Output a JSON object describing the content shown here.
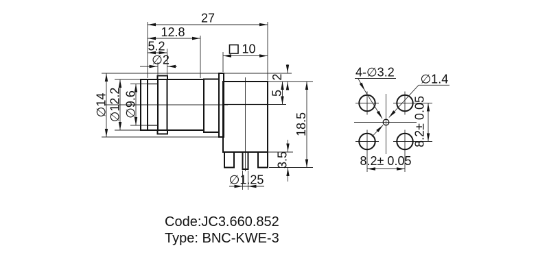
{
  "side_view": {
    "total_length": "27",
    "nut_length": "12.8",
    "lug_offset": "5.2",
    "lug_diameter": "∅2",
    "body_square": "10",
    "flange_diameter": "∅14",
    "nut_diameter": "∅12.2",
    "bore_diameter": "∅9.6",
    "flange_lip": "2",
    "upper_height": "5",
    "body_height": "18.5",
    "pin_length": "3.5",
    "pin_diameter": "∅1.25"
  },
  "hole_view": {
    "mounting_holes": "4-∅3.2",
    "center_hole": "∅1.4",
    "hole_pitch_h": "8.2± 0.05",
    "hole_pitch_v": "8.2± 0.05"
  },
  "caption": {
    "code": "Code:JC3.660.852",
    "type": "Type: BNC-KWE-3"
  }
}
